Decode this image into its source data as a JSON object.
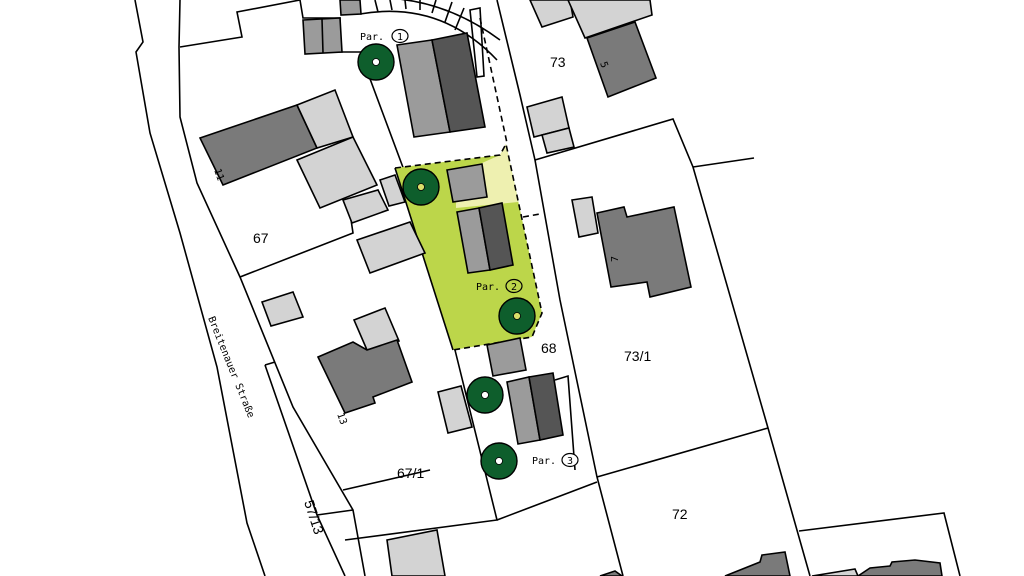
{
  "map": {
    "street_name": "Breitenauer Straße",
    "parcels": [
      "73",
      "67",
      "73/1",
      "68",
      "67/1",
      "72",
      "57/13"
    ],
    "house_numbers": [
      "11",
      "5",
      "7",
      "13"
    ],
    "parking_labels": [
      {
        "prefix": "Par.",
        "number": "1"
      },
      {
        "prefix": "Par.",
        "number": "2"
      },
      {
        "prefix": "Par.",
        "number": "3"
      }
    ],
    "colors": {
      "site_green": "#bcd64a",
      "site_yellow": "#eef0b0",
      "tree_green": "#0e5e2c",
      "building_dark": "#555555",
      "building_light": "#d3d3d3"
    }
  }
}
